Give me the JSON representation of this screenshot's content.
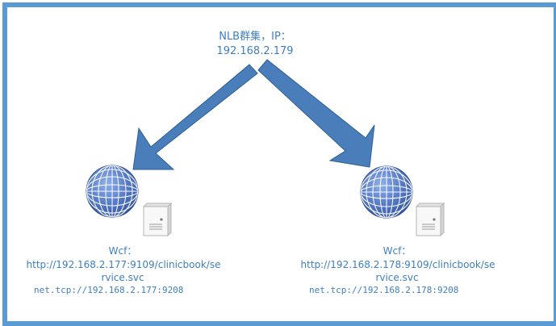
{
  "colors": {
    "frame": "#5b9bd5",
    "arrow": "#4a7ebb",
    "arrow_edge": "#2f5f93",
    "text": "#3f7fbf",
    "globe": "#5a7fc4"
  },
  "icons": {
    "globe": "globe-network-icon",
    "server": "server-icon"
  },
  "cluster": {
    "line1": "NLB群集，IP：",
    "line2": "192.168.2.179"
  },
  "nodes": [
    {
      "label": "Wcf：",
      "http_line1": "http://192.168.2.177:9109/clinicbook/se",
      "http_line2": "rvice.svc",
      "tcp": "net.tcp://192.168.2.177:9208"
    },
    {
      "label": "Wcf：",
      "http_line1": "http://192.168.2.178:9109/clinicbook/se",
      "http_line2": "rvice.svc",
      "tcp": "net.tcp://192.168.2.178:9208"
    }
  ]
}
